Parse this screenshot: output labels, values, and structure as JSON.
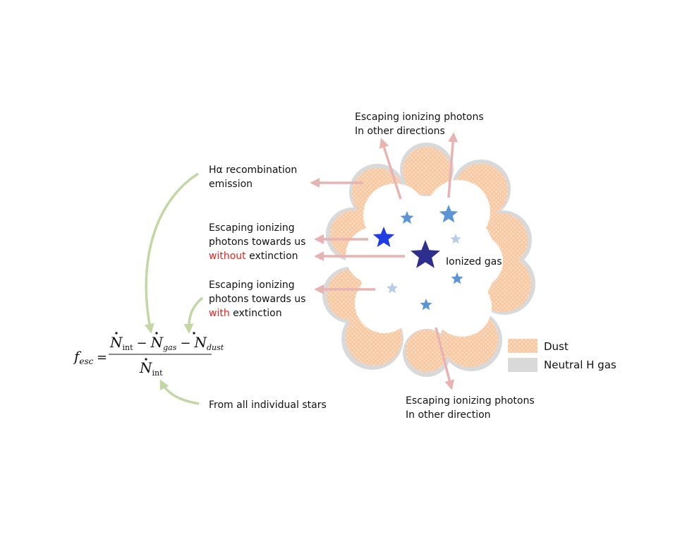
{
  "labels": {
    "top_line1": "Escaping ionizing photons",
    "top_line2": "In other directions",
    "halpha_line1": "Hα recombination",
    "halpha_line2": "emission",
    "noext_line1": "Escaping ionizing",
    "noext_line2": "photons towards us",
    "noext_highlight": "without",
    "noext_rest": " extinction",
    "ext_line1": "Escaping ionizing",
    "ext_line2": "photons towards us",
    "ext_highlight": "with",
    "ext_rest": " extinction",
    "stars_note": "From all individual stars",
    "bottom_line1": "Escaping ionizing photons",
    "bottom_line2": "In other direction",
    "ionized_gas": "Ionized gas"
  },
  "legend": {
    "dust": "Dust",
    "neutral_gas": "Neutral H gas"
  },
  "formula": {
    "lhs_symbol": "f",
    "lhs_sub": "esc",
    "equals": "=",
    "n_symbol": "N",
    "int_sub": "int",
    "gas_sub": "gas",
    "dust_sub": "dust",
    "minus": "−"
  },
  "colors": {
    "dust": "#f9c9a4",
    "dust_dots": "#fde6d2",
    "neutral_gas": "#d9d9d9",
    "arrow_red": "#e9b3b3",
    "arrow_green": "#c3d6a3",
    "highlight": "#e8231e",
    "star_dark": "#2e2e8c",
    "star_blue": "#1f3de0",
    "star_mid": "#5b95d6",
    "star_light": "#b7cde6"
  }
}
